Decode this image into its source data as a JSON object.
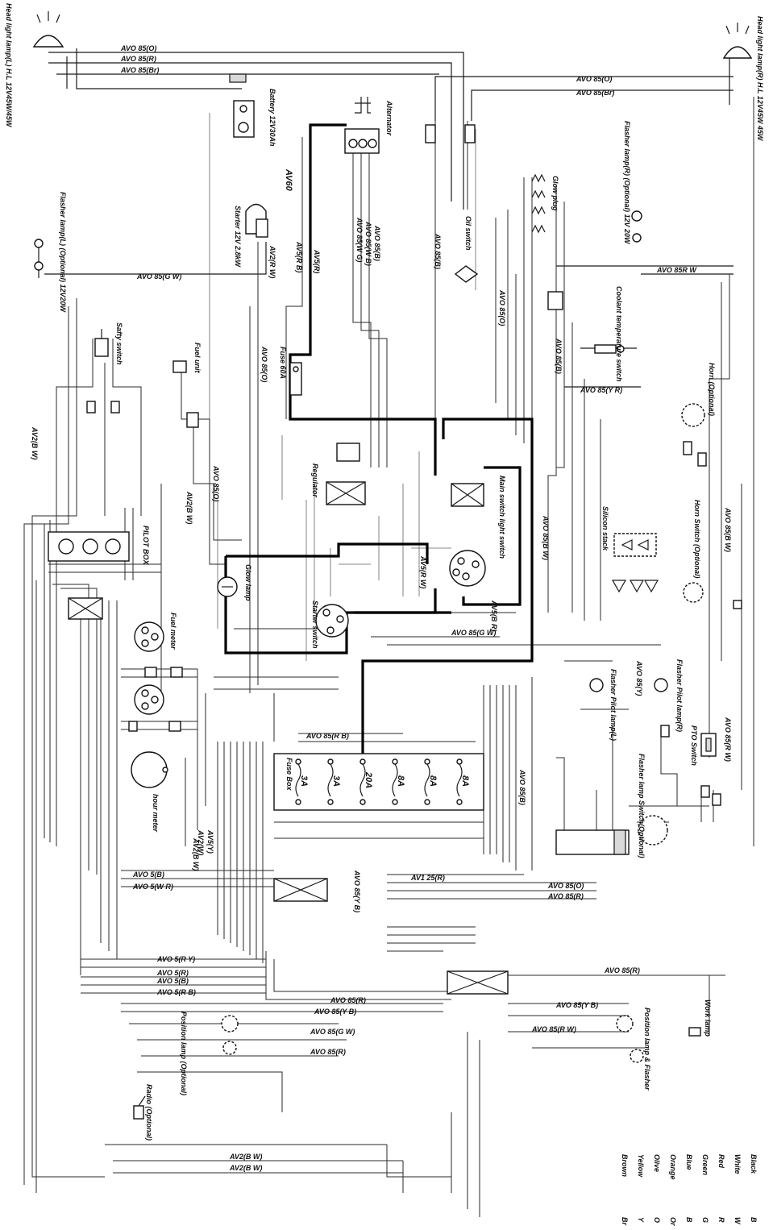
{
  "wire_labels_h": [
    "AVO 85(O)",
    "AVO 85(R)",
    "AVO 85(Br)",
    "AVO 85(O)",
    "AVO 85(Br)",
    "AVO 85(G W)",
    "AVO 85R W",
    "AVO 85(Y R)",
    "AVO 85(G W)",
    "AVO 85(R B)",
    "AVO 5(B)",
    "AVO 5(W R)",
    "AV1 25(R)",
    "AVO 85(O)",
    "AVO 85(R)",
    "AVO 5(R Y)",
    "AVO 5(R)",
    "AVO 5(B)",
    "AVO 5(R B)",
    "AVO 85(R)",
    "AVO 85(Y B)",
    "AVO 85(G W)",
    "AVO 85(R)",
    "AVO 85(R)",
    "AVO 85(Y B)",
    "AVO 85(R W)",
    "AV2(B W)",
    "AV2(B W)",
    "AVO 85(B W)"
  ],
  "wire_labels_v": [
    "AV60",
    "AV2(R W)",
    "AV5(R)",
    "AV5(R B)",
    "AVO 85(W G)",
    "AVO 85(W B)",
    "AVO 85(B)",
    "AVO 85(B)",
    "AVO 85(O)",
    "AVO 85(B)",
    "AVO 85(O)",
    "AV2(B W)",
    "AV2(B W)",
    "AVO 85(O)",
    "AV5(R W)",
    "AV5(B R)",
    "AVO 85(B W)",
    "AVO 85(R W)",
    "AVO 85(B W)",
    "AVO 85(Y)",
    "AVO 85(B)",
    "AV2(B W)",
    "AV5(Y)",
    "AV2(W)",
    "AVO 85(Y B)"
  ],
  "components": {
    "headlamp_left": "Head light lamp(L) H.L 12V45W/45W",
    "headlamp_right": "Head light lamp(R) H.L 12V45W 45W",
    "battery": "Battery 12V30Ah",
    "alternator": "Alternator",
    "starter": "Starter 12V 2.8kW",
    "flasher_left": "Flasher lamp(L) (Optional) 12V20W",
    "flasher_right": "Flasher lamp(R) (Optional) 12V 20W",
    "glow_plug": "Glow plug",
    "oil_switch": "Oil switch",
    "coolant_switch": "Coolant temperature switch",
    "fuse_60a": "Fuse 60A",
    "safety_switch": "Safty switch",
    "fuel_unit": "Fuel unit",
    "regulator": "Regulator",
    "horn": "Horn (Optional)",
    "main_switch": "Main switch light switch",
    "silicon_stack": "Silicon stack",
    "horn_switch": "Horn Switch (Optional)",
    "pilot_box": "PILOT BOX",
    "glow_lamp": "Glow lamp",
    "starter_switch": "Starter switch",
    "fuel_meter": "Fuel meter",
    "flasher_pilot_l": "Flasher Pilot lamp(L)",
    "flasher_pilot_r": "Flasher Pilot lamp(R)",
    "pto_switch": "PTO Switch",
    "hour_meter": "hour meter",
    "fuse_box": "Fuse Box",
    "flasher_lamp_switch": "Flasher lamp Switch(Optional)",
    "work_lamp": "Work lamp",
    "radio": "Radio (Optional)",
    "pos_lamp_l": "Position lamp (Optional)",
    "pos_lamp_r": "Position lamp & Flasher",
    "fuses": [
      "3A",
      "3A",
      "20A",
      "8A",
      "8A",
      "8A"
    ]
  },
  "color_legend": [
    {
      "code": "B",
      "name": "Black"
    },
    {
      "code": "W",
      "name": "White"
    },
    {
      "code": "R",
      "name": "Red"
    },
    {
      "code": "G",
      "name": "Green"
    },
    {
      "code": "B",
      "name": "Blue"
    },
    {
      "code": "Or",
      "name": "Orange"
    },
    {
      "code": "O",
      "name": "Olive"
    },
    {
      "code": "Y",
      "name": "Yellow"
    },
    {
      "code": "Br",
      "name": "Brown"
    }
  ]
}
